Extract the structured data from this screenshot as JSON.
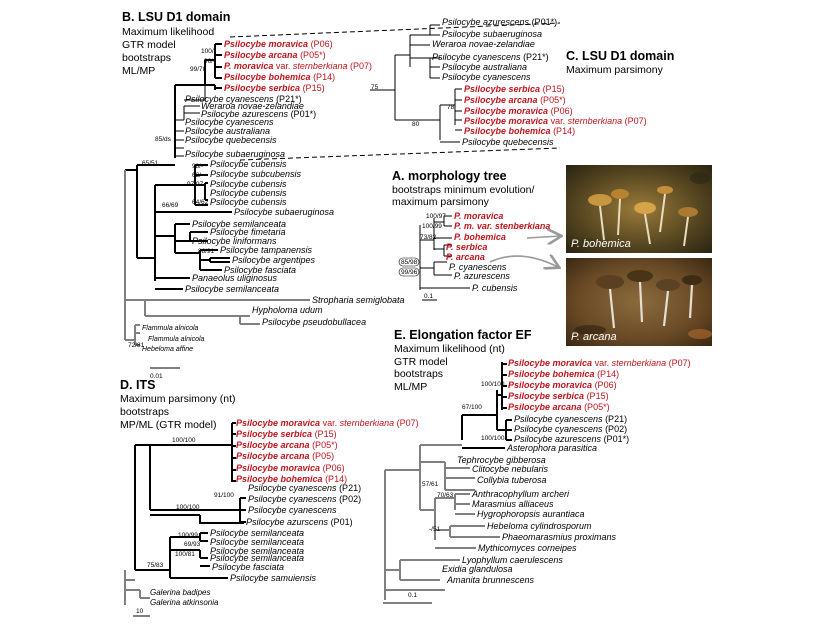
{
  "panels": {
    "b": {
      "title": "B. LSU D1 domain",
      "lines": [
        "Maximum likelihood",
        "GTR model",
        "bootstraps",
        "ML/MP"
      ],
      "taxa": [
        {
          "name": "Psilocybe moravica",
          "code": "(P06)",
          "red": true
        },
        {
          "name": "Psilocybe arcana",
          "code": "(P05*)",
          "red": true
        },
        {
          "name": "P. moravica",
          "var": "var.",
          "epithet": "sternberkiana",
          "code": "(P07)",
          "red": true
        },
        {
          "name": "Psilocybe bohemica",
          "code": "(P14)",
          "red": true
        },
        {
          "name": "Psilocybe serbica",
          "code": "(P15)",
          "red": true
        },
        {
          "name": "Psilocybe cyanescens",
          "code": "(P21*)",
          "red": false
        },
        {
          "name": "Weraroa novae-zelandiae",
          "code": "",
          "red": false
        },
        {
          "name": "Psilocybe azurescens",
          "code": "(P01*)",
          "red": false
        },
        {
          "name": "Psilocybe cyanescens",
          "code": "",
          "red": false
        },
        {
          "name": "Psilocybe australiana",
          "code": "",
          "red": false
        },
        {
          "name": "Psilocybe quebecensis",
          "code": "",
          "red": false
        },
        {
          "name": "Psilocybe subaeruginosa",
          "code": "",
          "red": false
        },
        {
          "name": "Psilocybe cubensis",
          "code": "",
          "red": false
        },
        {
          "name": "Psilocybe subcubensis",
          "code": "",
          "red": false
        },
        {
          "name": "Psilocybe cubensis",
          "code": "",
          "red": false
        },
        {
          "name": "Psilocybe cubensis",
          "code": "",
          "red": false
        },
        {
          "name": "Psilocybe cubensis",
          "code": "",
          "red": false
        },
        {
          "name": "Psilocybe subaeruginosa",
          "code": "",
          "red": false
        },
        {
          "name": "Psilocybe semilanceata",
          "code": "",
          "red": false
        },
        {
          "name": "Psilocybe fimetaria",
          "code": "",
          "red": false
        },
        {
          "name": "Psilocybe liniformans",
          "code": "",
          "red": false
        },
        {
          "name": "Psilocybe tampanensis",
          "code": "",
          "red": false
        },
        {
          "name": "Psilocybe argentipes",
          "code": "",
          "red": false
        },
        {
          "name": "Psilocybe fasciata",
          "code": "",
          "red": false
        },
        {
          "name": "Panaeolus uliginosus",
          "code": "",
          "red": false
        },
        {
          "name": "Psilocybe semilanceata",
          "code": "",
          "red": false
        },
        {
          "name": "Stropharia semiglobata",
          "code": "",
          "red": false
        },
        {
          "name": "Hypholoma udum",
          "code": "",
          "red": false
        },
        {
          "name": "Psilocybe pseudobullacea",
          "code": "",
          "red": false
        },
        {
          "name": "Flammula alnicola",
          "code": "",
          "red": false
        },
        {
          "name": "Flammula alnicola",
          "code": "",
          "red": false
        },
        {
          "name": "Hebeloma affine",
          "code": "",
          "red": false
        }
      ],
      "supports": [
        "100/-",
        "96/-",
        "99/78",
        "85/ds",
        "65/51",
        "98/-",
        "62/-",
        "97/97",
        "64/62",
        "66/69",
        "88/91",
        "72/81"
      ],
      "scale": "0.01"
    },
    "c": {
      "title": "C. LSU D1 domain",
      "lines": [
        "Maximum parsimony"
      ],
      "taxa": [
        {
          "name": "Psilocybe azurescens",
          "code": "(P01*)",
          "red": false
        },
        {
          "name": "Psilocybe subaeruginosa",
          "code": "",
          "red": false
        },
        {
          "name": "Weraroa novae-zelandiae",
          "code": "",
          "red": false
        },
        {
          "name": "Psilocybe cyanescens",
          "code": "(P21*)",
          "red": false
        },
        {
          "name": "Psilocybe australiana",
          "code": "",
          "red": false
        },
        {
          "name": "Psilocybe cyanescens",
          "code": "",
          "red": false
        },
        {
          "name": "Psilocybe serbica",
          "code": "(P15)",
          "red": true
        },
        {
          "name": "Psilocybe arcana",
          "code": "(P05*)",
          "red": true
        },
        {
          "name": "Psilocybe moravica",
          "code": "(P06)",
          "red": true
        },
        {
          "name": "Psilocybe moravica",
          "var": "var.",
          "epithet": "sternberkiana",
          "code": "(P07)",
          "red": true
        },
        {
          "name": "Psilocybe bohemica",
          "code": "(P14)",
          "red": true
        },
        {
          "name": "Psilocybe quebecensis",
          "code": "",
          "red": false
        }
      ],
      "supports": [
        "75",
        "78",
        "80"
      ]
    },
    "a": {
      "title": "A. morphology tree",
      "lines": [
        "bootstraps minimum evolution/",
        "maximum parsimony"
      ],
      "taxa": [
        {
          "name": "P. moravica",
          "red": true
        },
        {
          "name": "P. m. var. stenberkiana",
          "red": true
        },
        {
          "name": "P. bohemica",
          "red": true
        },
        {
          "name": "P. serbica",
          "red": true
        },
        {
          "name": "P. arcana",
          "red": true
        },
        {
          "name": "P. cyanescens",
          "red": false
        },
        {
          "name": "P. azurescens",
          "red": false
        },
        {
          "name": "P. cubensis",
          "red": false
        }
      ],
      "supports": [
        "100/97",
        "100/99",
        "73/82",
        "85/98",
        "99/96"
      ],
      "scale": "0.1",
      "photos": [
        {
          "caption": "P. bohemica"
        },
        {
          "caption": "P. arcana"
        }
      ]
    },
    "d": {
      "title": "D. ITS",
      "lines": [
        "Maximum parsimony (nt)",
        "bootstraps",
        "MP/ML (GTR model)"
      ],
      "taxa": [
        {
          "name": "Psilocybe moravica",
          "var": "var.",
          "epithet": "sternberkiana",
          "code": "(P07)",
          "red": true
        },
        {
          "name": "Psilocybe serbica",
          "code": "(P15)",
          "red": true
        },
        {
          "name": "Psilocybe arcana",
          "code": "(P05*)",
          "red": true
        },
        {
          "name": "Psilocybe arcana",
          "code": "(P05)",
          "red": true
        },
        {
          "name": "Psilocybe moravica",
          "code": "(P06)",
          "red": true
        },
        {
          "name": "Psilocybe bohemica",
          "code": "(P14)",
          "red": true
        },
        {
          "name": "Psilocybe cyanescens",
          "code": "(P21)",
          "red": false
        },
        {
          "name": "Psilocybe cyanescens",
          "code": "(P02)",
          "red": false
        },
        {
          "name": "Psilocybe cyanescens",
          "code": "",
          "red": false
        },
        {
          "name": "Psilocybe azurscens",
          "code": "(P01)",
          "red": false
        },
        {
          "name": "Psilocybe semilanceata",
          "code": "",
          "red": false
        },
        {
          "name": "Psilocybe semilanceata",
          "code": "",
          "red": false
        },
        {
          "name": "Psilocybe semilanceata",
          "code": "",
          "red": false
        },
        {
          "name": "Psilocybe semilanceata",
          "code": "",
          "red": false
        },
        {
          "name": "Psilocybe fasciata",
          "code": "",
          "red": false
        },
        {
          "name": "Psilocybe samuiensis",
          "code": "",
          "red": false
        },
        {
          "name": "Galerina badipes",
          "code": "",
          "red": false
        },
        {
          "name": "Galerina atkinsonia",
          "code": "",
          "red": false
        }
      ],
      "supports": [
        "100/100",
        "100/100",
        "91/100",
        "100/99",
        "69/93",
        "100/81",
        "75/83"
      ],
      "scale": "10"
    },
    "e": {
      "title": "E. Elongation factor EF",
      "lines": [
        "Maximum likelihood (nt)",
        "GTR model",
        "bootstraps",
        "ML/MP"
      ],
      "taxa": [
        {
          "name": "Psilocybe moravica",
          "var": "var.",
          "epithet": "sternberkiana",
          "code": "(P07)",
          "red": true
        },
        {
          "name": "Psilocybe bohemica",
          "code": "(P14)",
          "red": true
        },
        {
          "name": "Psilocybe moravica",
          "code": "(P06)",
          "red": true
        },
        {
          "name": "Psilocybe serbica",
          "code": "(P15)",
          "red": true
        },
        {
          "name": "Psilocybe arcana",
          "code": "(P05*)",
          "red": true
        },
        {
          "name": "Psilocybe cyanescens",
          "code": "(P21)",
          "red": false
        },
        {
          "name": "Psilocybe cyanescens",
          "code": "(P02)",
          "red": false
        },
        {
          "name": "Psilocybe azurescens",
          "code": "(P01*)",
          "red": false
        },
        {
          "name": "Asterophora parasitica",
          "code": "",
          "red": false
        },
        {
          "name": "Tephrocybe gibberosa",
          "code": "",
          "red": false
        },
        {
          "name": "Clitocybe nebularis",
          "code": "",
          "red": false
        },
        {
          "name": "Collybia tuberosa",
          "code": "",
          "red": false
        },
        {
          "name": "Anthracophyllum archeri",
          "code": "",
          "red": false
        },
        {
          "name": "Marasmius alliaceus",
          "code": "",
          "red": false
        },
        {
          "name": "Hygrophoropsis aurantiaca",
          "code": "",
          "red": false
        },
        {
          "name": "Hebeloma cylindrosporum",
          "code": "",
          "red": false
        },
        {
          "name": "Phaeomarasmius proximans",
          "code": "",
          "red": false
        },
        {
          "name": "Mythicomyces corneipes",
          "code": "",
          "red": false
        },
        {
          "name": "Lyophyllum caerulescens",
          "code": "",
          "red": false
        },
        {
          "name": "Exidia glandulosa",
          "code": "",
          "red": false
        },
        {
          "name": "Amanita brunnescens",
          "code": "",
          "red": false
        }
      ],
      "supports": [
        "100/100",
        "67/100",
        "100/100",
        "57/61",
        "70/63",
        "-/51"
      ],
      "scale": "0.1"
    }
  }
}
